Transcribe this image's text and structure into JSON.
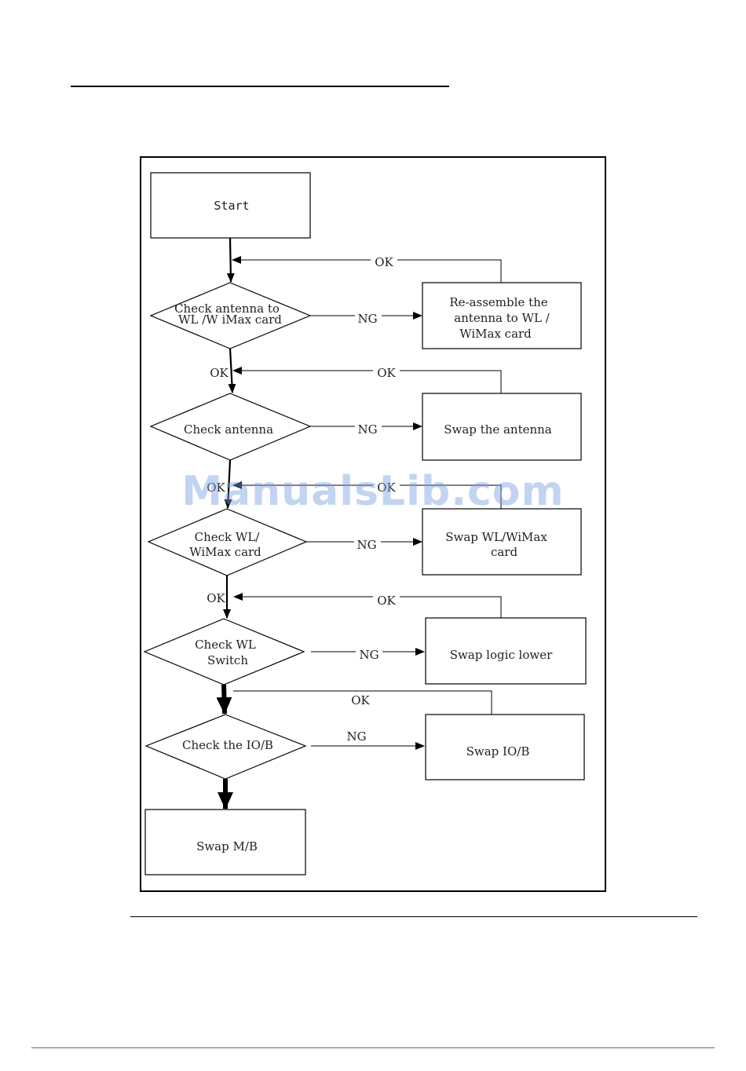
{
  "flowchart": {
    "start": "Start",
    "step1": {
      "lines": [
        "Check  antenna to",
        "WL /W   iMax  card"
      ],
      "action": [
        "Re-assemble the",
        "antenna to WL /",
        "WiMax card"
      ]
    },
    "step2": {
      "lines": [
        "Check antenna"
      ],
      "action": [
        "Swap the antenna"
      ]
    },
    "step3": {
      "lines": [
        "Check WL/",
        "WiMax card"
      ],
      "action": [
        "Swap WL/WiMax",
        "card"
      ]
    },
    "step4": {
      "lines": [
        "Check WL",
        "Switch"
      ],
      "action": [
        "Swap logic lower"
      ]
    },
    "step5": {
      "lines": [
        "Check the IO/B"
      ],
      "action": [
        "Swap IO/B"
      ]
    },
    "end": "Swap M/B",
    "ok_label": "OK",
    "ng_label": "NG"
  },
  "watermark": "ManualsLib.com"
}
